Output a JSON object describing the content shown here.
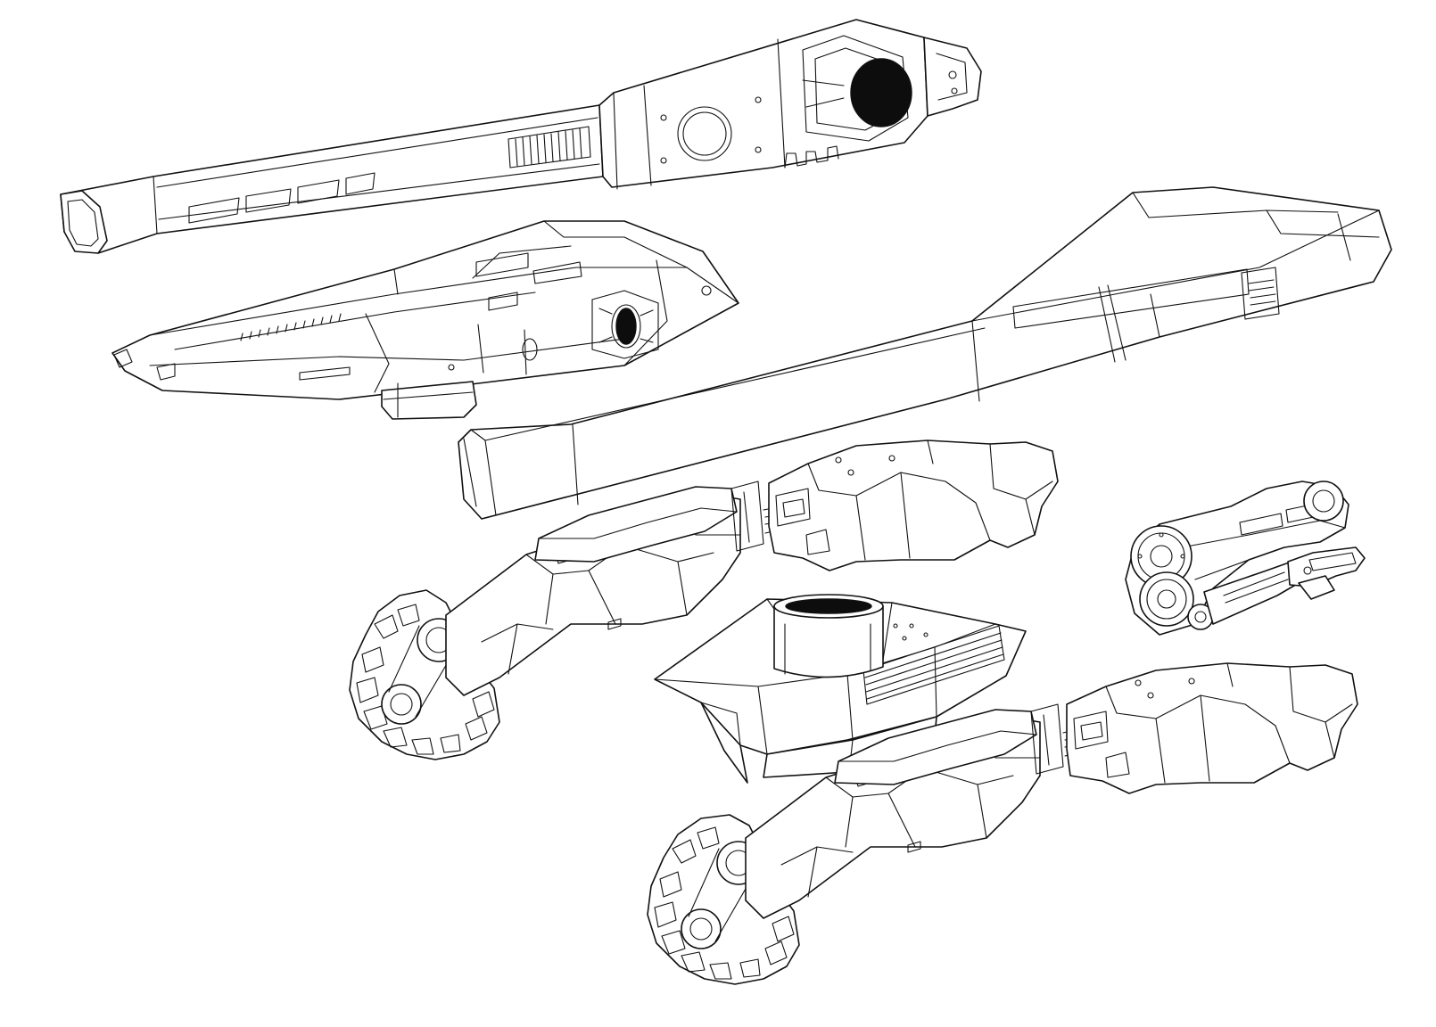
{
  "sheet": {
    "background": "#ffffff",
    "ink_color": "#111111",
    "style": "line-art",
    "parts": [
      {
        "id": "long-cannon-barrel",
        "icon": "cannon-barrel-icon"
      },
      {
        "id": "wedge-armor-pod",
        "icon": "armor-pod-icon"
      },
      {
        "id": "long-hexagonal-barrel",
        "icon": "cannon-barrel-icon"
      },
      {
        "id": "upper-track-leg-unit",
        "icon": "tread-leg-icon"
      },
      {
        "id": "joint-mechanism",
        "icon": "gear-joint-icon"
      },
      {
        "id": "turret-base",
        "icon": "turret-icon"
      },
      {
        "id": "lower-track-leg-unit",
        "icon": "tread-leg-icon"
      }
    ]
  }
}
